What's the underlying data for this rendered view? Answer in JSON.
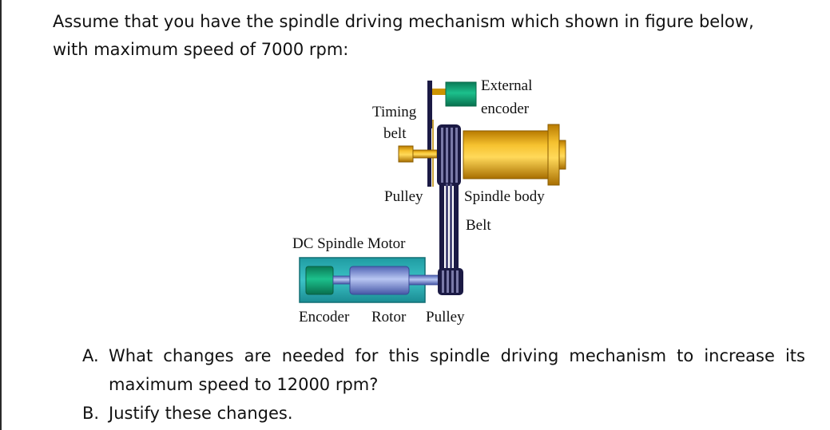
{
  "problem": {
    "intro_line_1": "Assume that you have the spindle driving mechanism which shown in figure below,",
    "intro_line_2": "with maximum speed of 7000 rpm:"
  },
  "figure": {
    "labels": {
      "external": "External",
      "encoder": "encoder",
      "timing": "Timing",
      "belt_timing": "belt",
      "pulley": "Pulley",
      "spindle_body": "Spindle body",
      "belt": "Belt",
      "dc_spindle_motor": "DC Spindle Motor",
      "encoder_bottom": "Encoder",
      "rotor": "Rotor",
      "pulley_bottom": "Pulley"
    },
    "colors": {
      "encoder_green": "#0f9e72",
      "spindle_gold": "#e8a810",
      "motor_teal": "#2fb0b5",
      "rotor_blue": "#7a90d8",
      "belt_dark": "#14123d"
    }
  },
  "questions": [
    {
      "letter": "A.",
      "text": "What changes are needed for this spindle driving mechanism to increase its maximum speed to 12000 rpm?"
    },
    {
      "letter": "B.",
      "text": "Justify these changes."
    }
  ]
}
